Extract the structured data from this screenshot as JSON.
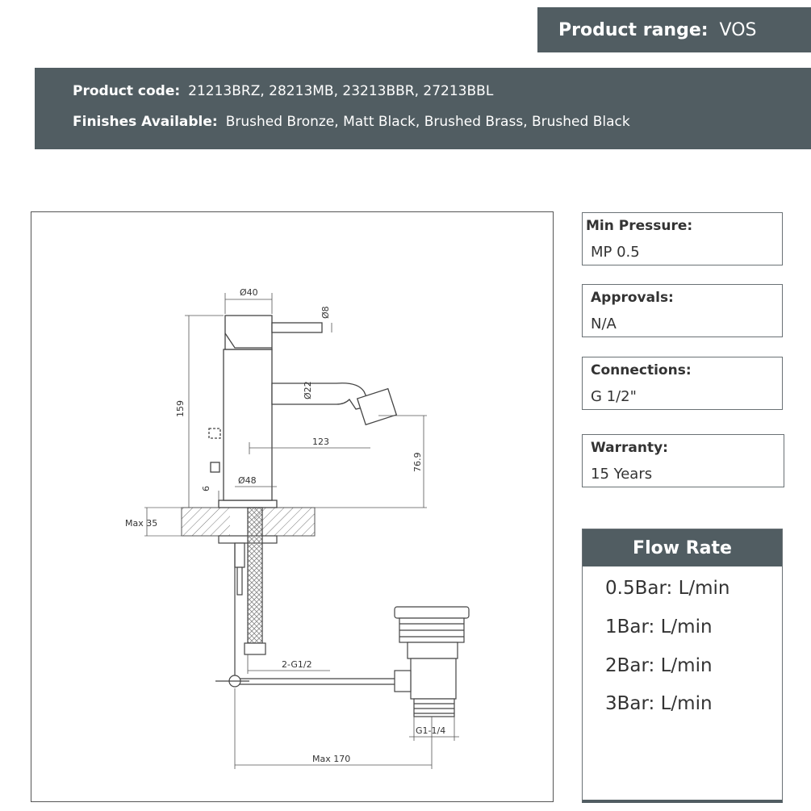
{
  "header": {
    "range_label": "Product range:",
    "range_value": "VOS",
    "code_label": "Product code:",
    "code_value": "21213BRZ, 28213MB, 23213BBR, 27213BBL",
    "finish_label": "Finishes Available:",
    "finish_value": "Brushed Bronze, Matt Black, Brushed Brass, Brushed Black"
  },
  "drawing": {
    "dims": {
      "d40": "Ø40",
      "d8": "Ø8",
      "d22": "Ø22",
      "h159": "159",
      "l123": "123",
      "h769": "76.9",
      "t6": "6",
      "d48": "Ø48",
      "max35": "Max 35",
      "g12": "2-G1/2",
      "g114": "G1-1/4",
      "max170": "Max 170"
    }
  },
  "specs": {
    "min_pressure": {
      "title": "Min Pressure:",
      "value": "MP 0.5"
    },
    "approvals": {
      "title": "Approvals:",
      "value": "N/A"
    },
    "connections": {
      "title": "Connections:",
      "value": "G 1/2\""
    },
    "warranty": {
      "title": "Warranty:",
      "value": "15 Years"
    }
  },
  "flow_rate": {
    "title": "Flow Rate",
    "items": [
      "0.5Bar: L/min",
      "1Bar: L/min",
      "2Bar: L/min",
      "3Bar: L/min"
    ]
  },
  "colors": {
    "panel": "#515d62",
    "border": "#6a7175"
  }
}
